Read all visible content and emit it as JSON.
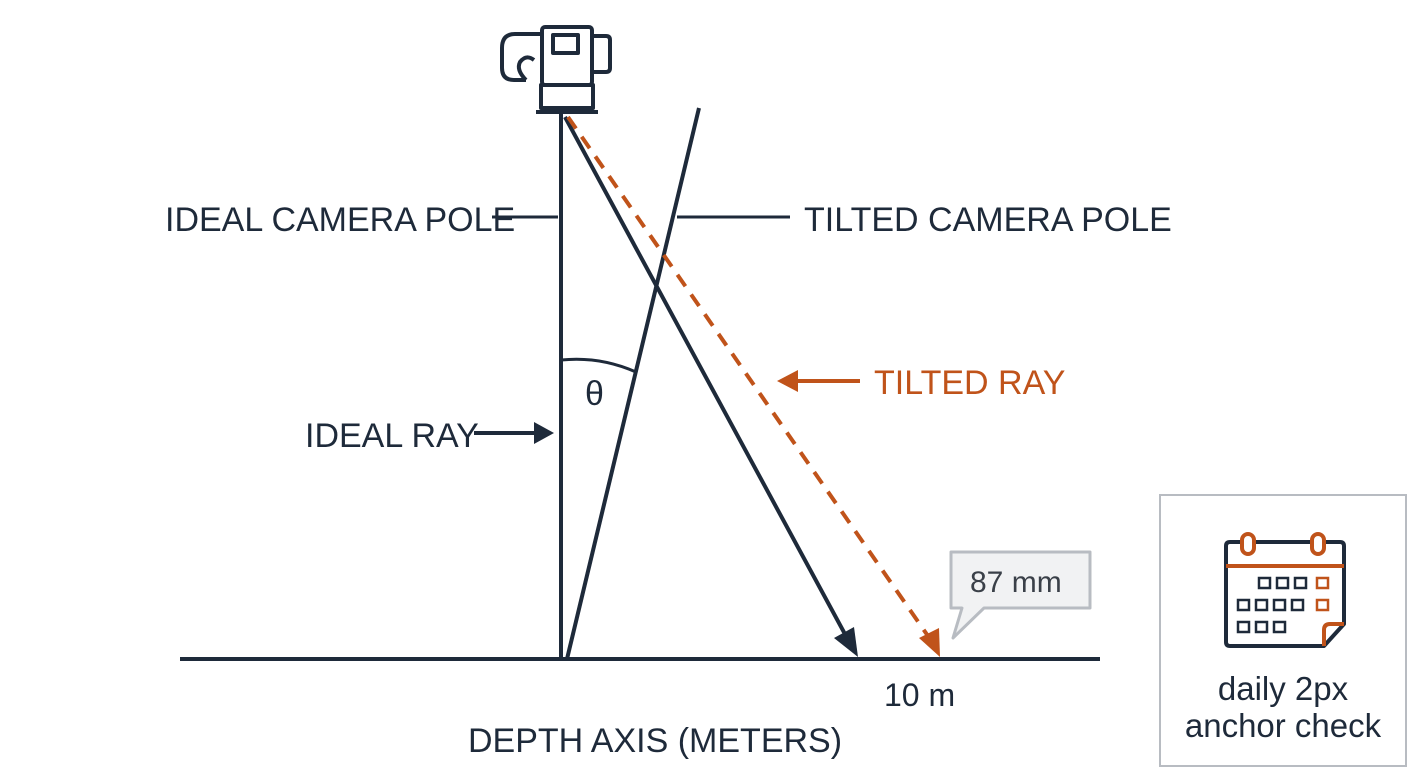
{
  "labels": {
    "ideal_pole": "IDEAL CAMERA POLE",
    "tilted_pole": "TILTED CAMERA POLE",
    "ideal_ray": "IDEAL RAY",
    "tilted_ray": "TILTED RAY",
    "angle": "θ",
    "distance": "10 m",
    "axis": "DEPTH AXIS (METERS)"
  },
  "callout": {
    "value": "87 mm"
  },
  "card": {
    "line1": "daily 2px",
    "line2": "anchor check",
    "icon": "calendar-icon"
  },
  "colors": {
    "ink": "#1e2a3a",
    "accent": "#c0531a",
    "card_border": "#b8bcc2",
    "callout_fill": "#f1f2f3"
  }
}
